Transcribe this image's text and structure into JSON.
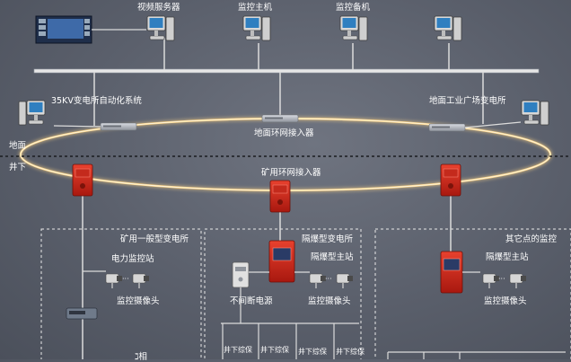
{
  "top": {
    "video_server": "视频服务器",
    "monitor_host": "监控主机",
    "monitor_backup": "监控备机"
  },
  "ring": {
    "substation_35kv": "35KV变电所自动化系统",
    "ground_plaza": "地面工业广场变电所",
    "ground_access": "地面环网接入器",
    "mine_access": "矿用环网接入器"
  },
  "zones": {
    "ground": "地面",
    "underground": "井下"
  },
  "box1": {
    "title": "矿用一般型变电所",
    "power_station": "电力监控站",
    "camera": "监控摄像头",
    "bottom_cut": "ℷ相"
  },
  "box2": {
    "title": "隔爆型变电所",
    "main_station": "隔爆型主站",
    "camera": "监控摄像头",
    "ups": "不间断电源",
    "branches": [
      "井下综保",
      "井下综保",
      "井下综保",
      "井下综保"
    ]
  },
  "box3": {
    "title": "其它点的监控",
    "main_station": "隔爆型主站",
    "camera": "监控摄像头"
  }
}
